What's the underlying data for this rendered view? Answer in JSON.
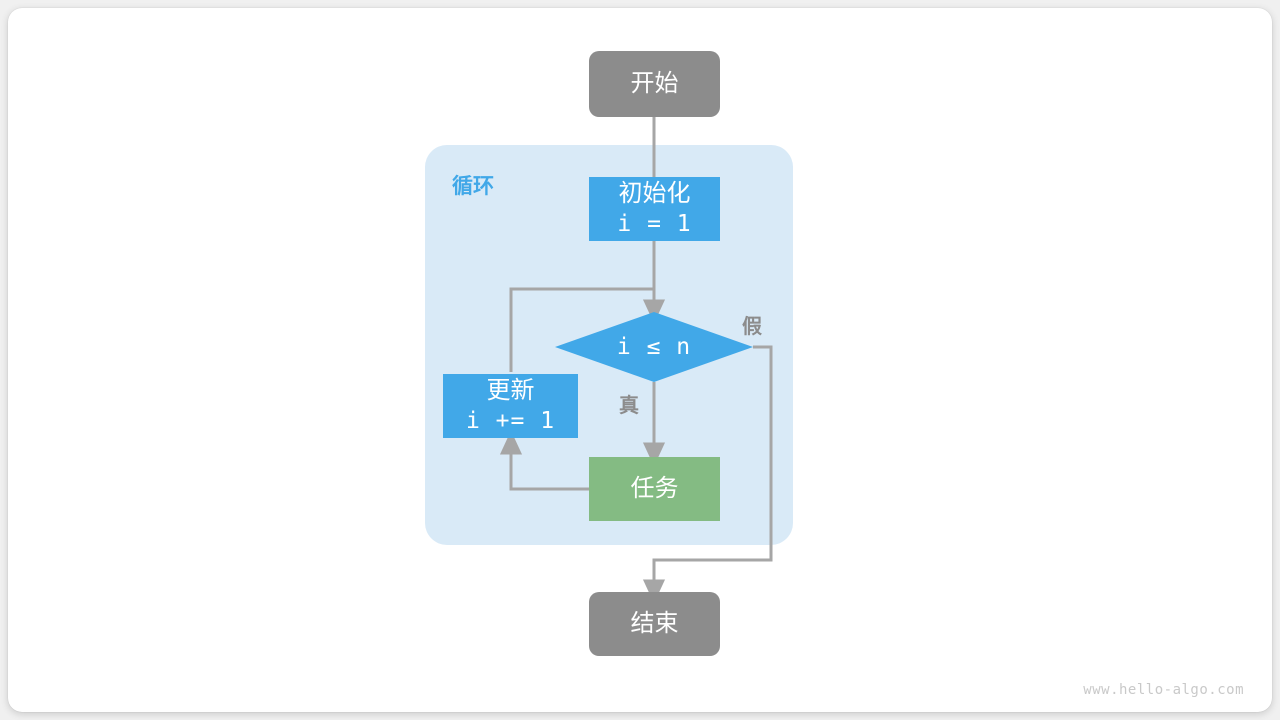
{
  "diagram": {
    "title_watermark": "www.hello-algo.com",
    "group": {
      "label": "循环",
      "color": "#d9eaf7",
      "label_color": "#41a8e8"
    },
    "colors": {
      "terminal": "#8c8c8c",
      "process": "#41a8e8",
      "decision": "#41a8e8",
      "task": "#84bb83",
      "edge": "#a6a6a6",
      "canvas": "#ffffff",
      "page": "#f0f0f0"
    },
    "nodes": [
      {
        "id": "start",
        "shape": "rounded-rect",
        "lines": [
          "开始"
        ],
        "kind": "terminal"
      },
      {
        "id": "init",
        "shape": "rect",
        "lines": [
          "初始化",
          "i = 1"
        ],
        "kind": "process"
      },
      {
        "id": "decision",
        "shape": "diamond",
        "lines": [
          "i ≤ n"
        ],
        "kind": "decision"
      },
      {
        "id": "update",
        "shape": "rect",
        "lines": [
          "更新",
          "i += 1"
        ],
        "kind": "process"
      },
      {
        "id": "task",
        "shape": "rect",
        "lines": [
          "任务"
        ],
        "kind": "task"
      },
      {
        "id": "end",
        "shape": "rounded-rect",
        "lines": [
          "结束"
        ],
        "kind": "terminal"
      }
    ],
    "edge_labels": [
      {
        "id": "false-label",
        "text": "假"
      },
      {
        "id": "true-label",
        "text": "真"
      }
    ]
  }
}
